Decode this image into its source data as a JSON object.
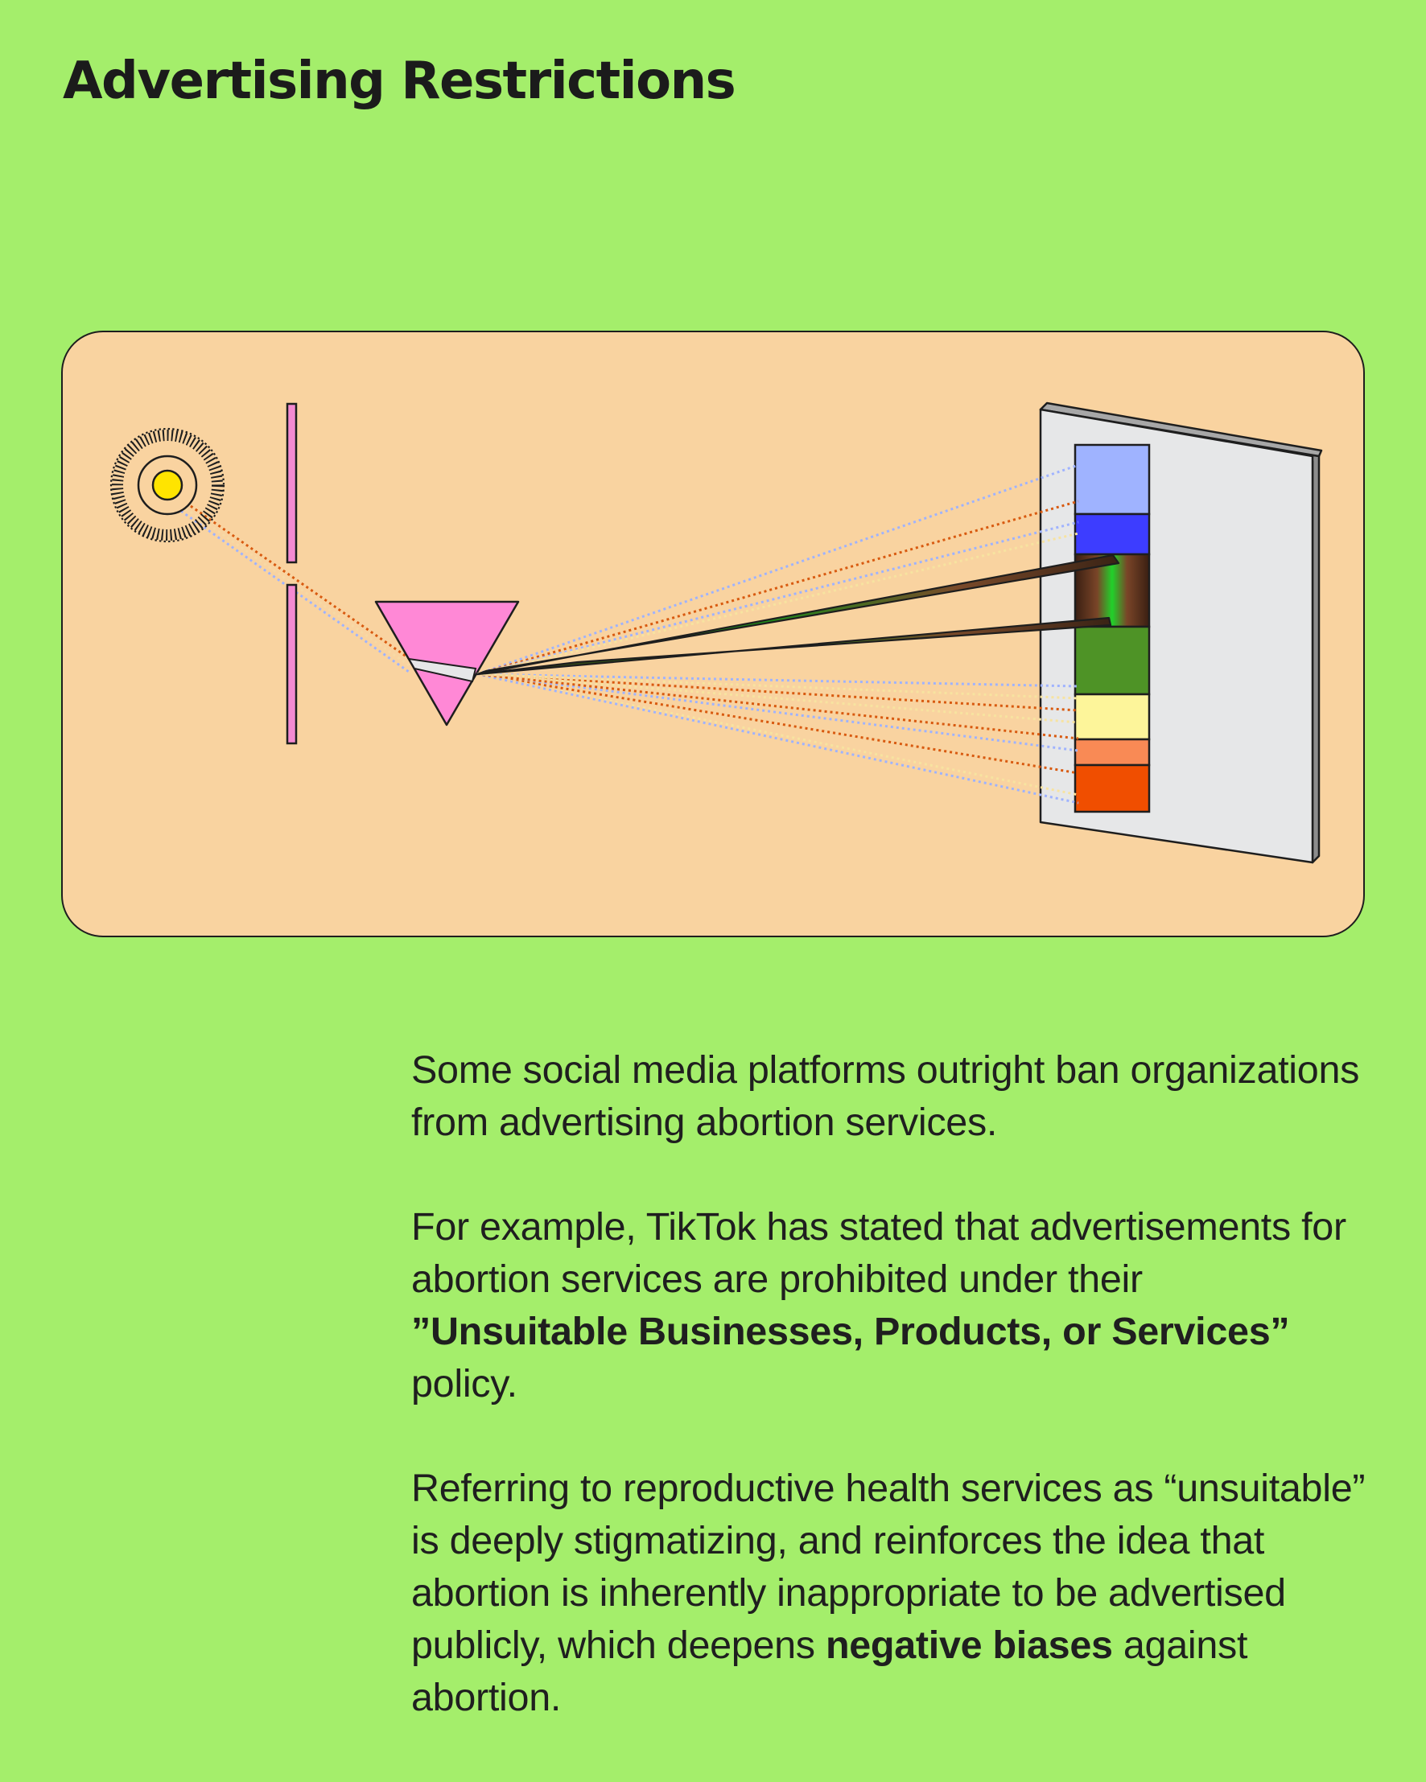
{
  "title": "Advertising Restrictions",
  "illustration": {
    "icons": [
      "light-source-icon",
      "slit-barrier-icon",
      "prism-icon",
      "spectrum-screen-icon"
    ],
    "spectrum_colors": [
      "#9fb3ff",
      "#3d3dff",
      "#3d1d10",
      "#4e9326",
      "#fdf59a",
      "#f98a55",
      "#f04e00"
    ],
    "prism_color": "#ff88d6",
    "slit_color": "#f48ad2",
    "sun_color": "#ffe400",
    "panel_color": "#f9d3a0",
    "background_color": "#a4ee6b"
  },
  "paragraphs": {
    "p1": "Some social media platforms outright ban organizations from advertising abortion services.",
    "p2_before": "For example, TikTok has stated that advertisements for abortion services are prohibited under their ",
    "p2_bold": "”Unsuitable Businesses, Products, or Services”",
    "p2_after": " policy.",
    "p3_before": "Referring to reproductive health services as “unsuitable” is deeply stigmatizing, and reinforces the idea that abortion is inherently inappropriate to be advertised publicly, which deepens ",
    "p3_bold": "negative biases",
    "p3_after": " against abortion."
  }
}
